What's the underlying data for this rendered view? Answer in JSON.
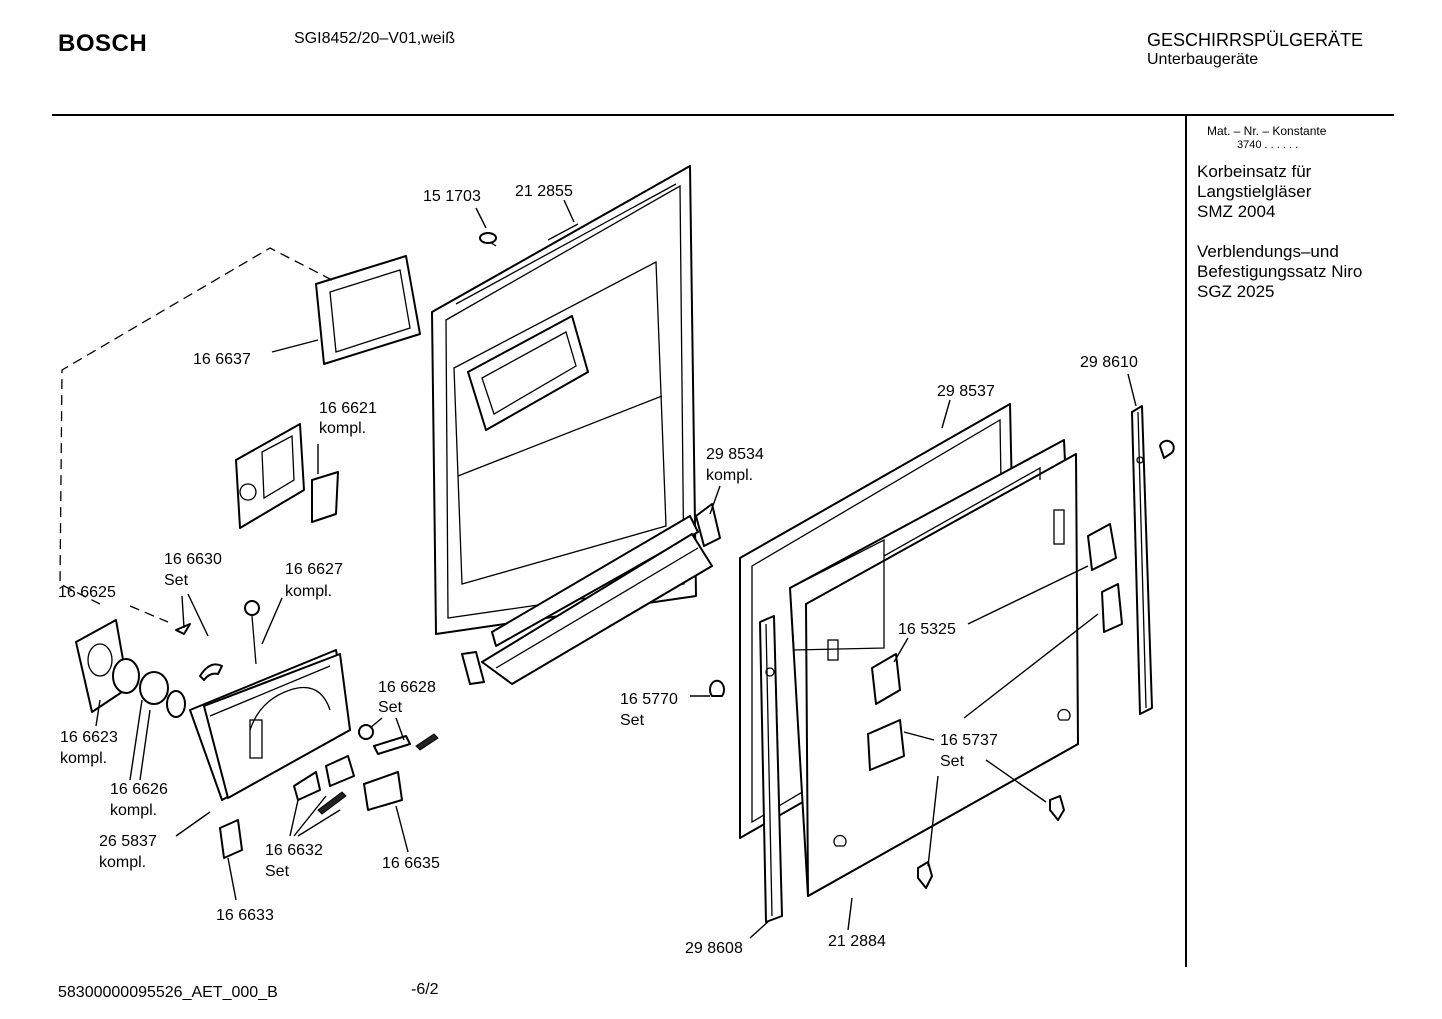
{
  "header": {
    "brand": "BOSCH",
    "model": "SGI8452/20–V01,weiß",
    "category": "GESCHIRRSPÜLGERÄTE",
    "subcategory": "Unterbaugeräte"
  },
  "sidebar": {
    "constant_label": "Mat. – Nr. – Konstante",
    "constant_value": "3740 . .   . . . .",
    "accessory1": [
      "Korbeinsatz für",
      "Langstielgläser",
      "SMZ 2004"
    ],
    "accessory2": [
      "Verblendungs–und",
      "Befestigungssatz Niro",
      "SGZ 2025"
    ]
  },
  "footer": {
    "doc_id": "58300000095526_AET_000_B",
    "page": "-6/2"
  },
  "labels": {
    "p151703": "15 1703",
    "p212855": "21 2855",
    "p166637": "16 6637",
    "p166621": "16 6621",
    "p166621_kompl": "kompl.",
    "p298534": "29 8534",
    "p298534_kompl": "kompl.",
    "p298537": "29 8537",
    "p298610": "29 8610",
    "p166630": "16 6630",
    "p166630_set": "Set",
    "p166627": "16 6627",
    "p166627_kompl": "kompl.",
    "p166625": "16 6625",
    "p165325": "16 5325",
    "p166628": "16 6628",
    "p166628_set": "Set",
    "p165770": "16 5770",
    "p165770_set": "Set",
    "p166623": "16 6623",
    "p166623_kompl": "kompl.",
    "p165737": "16 5737",
    "p165737_set": "Set",
    "p166626": "16 6626",
    "p166626_kompl": "kompl.",
    "p265837": "26 5837",
    "p265837_kompl": "kompl.",
    "p166632": "16 6632",
    "p166632_set": "Set",
    "p166635": "16 6635",
    "p166633": "16 6633",
    "p298608": "29 8608",
    "p212884": "21 2884"
  }
}
